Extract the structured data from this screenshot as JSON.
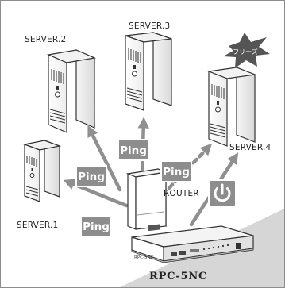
{
  "servers": [
    {
      "id": "server-1",
      "label": "SERVER.1"
    },
    {
      "id": "server-2",
      "label": "SERVER.2"
    },
    {
      "id": "server-3",
      "label": "SERVER.3"
    },
    {
      "id": "server-4",
      "label": "SERVER.4"
    }
  ],
  "freeze_badge": "フリーズ",
  "router_label": "ROUTER",
  "ping_label": "Ping",
  "device": {
    "title": "RPC-5NC",
    "panel_label": "RPC-5NC"
  },
  "colors": {
    "arrow": "#8f8f8f",
    "ping_badge": "#8d8d8d",
    "freeze_star": "#555555",
    "power_icon": "#ffffff",
    "corner_band": "#d6d6d6"
  },
  "icons": {
    "power": "power-icon",
    "freeze": "star-burst-icon"
  }
}
